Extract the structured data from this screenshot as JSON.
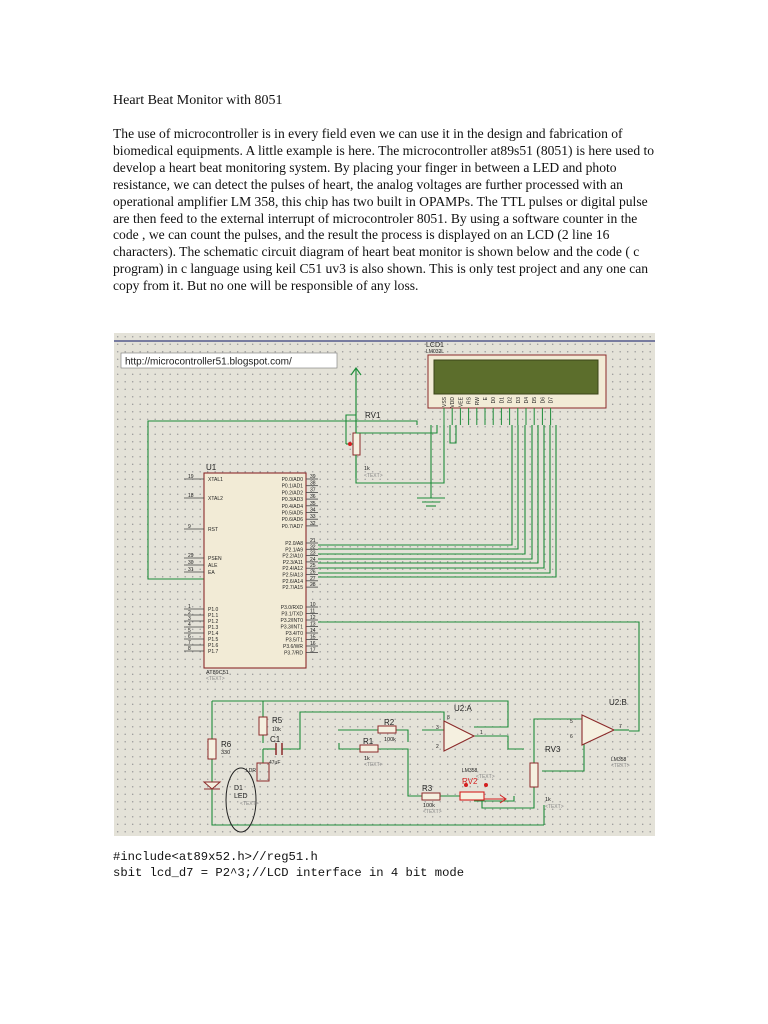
{
  "document": {
    "title": "Heart Beat Monitor with 8051",
    "paragraph": "The use of microcontroller is in every field even we can use it in the design and fabrication of biomedical equipments. A little example is here. The microcontroller at89s51 (8051) is here used to develop a heart beat monitoring system. By placing your finger in between a LED and photo resistance, we can detect the pulses of heart, the analog voltages are further processed with an operational amplifier LM 358, this chip has two built in OPAMPs. The TTL pulses or digital pulse are then feed to the external interrupt of microcontroler 8051. By using a software counter in the code , we can count the pulses, and the result the process is displayed on an LCD (2 line 16 characters). The schematic circuit diagram of heart beat monitor is shown below and the code ( c program) in c language using keil C51 uv3 is also shown. This is only test project and any one can copy from it. But no one will be responsible of any loss.",
    "code_lines": [
      "#include<at89x52.h>//reg51.h",
      "sbit lcd_d7 = P2^3;//LCD interface in 4 bit mode"
    ]
  },
  "schematic": {
    "url": "http://microcontroller51.blogspot.com/",
    "lcd": {
      "ref": "LCD1",
      "part": "LM032L",
      "pins": [
        "VSS",
        "VDD",
        "VEE",
        "RS",
        "RW",
        "E",
        "D0",
        "D1",
        "D2",
        "D3",
        "D4",
        "D5",
        "D6",
        "D7"
      ]
    },
    "rv1": {
      "ref": "RV1",
      "value": "1k",
      "text": "<TEXT>"
    },
    "u1": {
      "ref": "U1",
      "part": "AT89C51",
      "text": "<TEXT>",
      "left_pins": [
        {
          "num": "19",
          "name": "XTAL1"
        },
        {
          "num": "18",
          "name": "XTAL2"
        },
        {
          "num": "9",
          "name": "RST"
        },
        {
          "num": "29",
          "name": "PSEN"
        },
        {
          "num": "30",
          "name": "ALE"
        },
        {
          "num": "31",
          "name": "EA"
        },
        {
          "num": "1",
          "name": "P1.0"
        },
        {
          "num": "2",
          "name": "P1.1"
        },
        {
          "num": "3",
          "name": "P1.2"
        },
        {
          "num": "4",
          "name": "P1.3"
        },
        {
          "num": "5",
          "name": "P1.4"
        },
        {
          "num": "6",
          "name": "P1.5"
        },
        {
          "num": "7",
          "name": "P1.6"
        },
        {
          "num": "8",
          "name": "P1.7"
        }
      ],
      "right_pins": [
        {
          "num": "39",
          "name": "P0.0/AD0"
        },
        {
          "num": "38",
          "name": "P0.1/AD1"
        },
        {
          "num": "37",
          "name": "P0.2/AD2"
        },
        {
          "num": "36",
          "name": "P0.3/AD3"
        },
        {
          "num": "35",
          "name": "P0.4/AD4"
        },
        {
          "num": "34",
          "name": "P0.5/AD5"
        },
        {
          "num": "33",
          "name": "P0.6/AD6"
        },
        {
          "num": "32",
          "name": "P0.7/AD7"
        },
        {
          "num": "21",
          "name": "P2.0/A8"
        },
        {
          "num": "22",
          "name": "P2.1/A9"
        },
        {
          "num": "23",
          "name": "P2.2/A10"
        },
        {
          "num": "24",
          "name": "P2.3/A11"
        },
        {
          "num": "25",
          "name": "P2.4/A12"
        },
        {
          "num": "26",
          "name": "P2.5/A13"
        },
        {
          "num": "27",
          "name": "P2.6/A14"
        },
        {
          "num": "28",
          "name": "P2.7/A15"
        },
        {
          "num": "10",
          "name": "P3.0/RXD"
        },
        {
          "num": "11",
          "name": "P3.1/TXD"
        },
        {
          "num": "12",
          "name": "P3.2/INT0"
        },
        {
          "num": "13",
          "name": "P3.3/INT1"
        },
        {
          "num": "14",
          "name": "P3.4/T0"
        },
        {
          "num": "15",
          "name": "P3.5/T1"
        },
        {
          "num": "16",
          "name": "P3.6/WR"
        },
        {
          "num": "17",
          "name": "P3.7/RD"
        }
      ]
    },
    "r5": {
      "ref": "R5",
      "value": "10k"
    },
    "r6": {
      "ref": "R6",
      "value": "330"
    },
    "c1": {
      "ref": "C1",
      "value": "47uF"
    },
    "d1": {
      "ref": "D1",
      "sub": "LED",
      "text": "<TEXT>"
    },
    "ldr": {
      "label": "LDR"
    },
    "r1": {
      "ref": "R1",
      "value": "1k",
      "text": "<TEXT>"
    },
    "r2": {
      "ref": "R2",
      "value": "100k"
    },
    "r3": {
      "ref": "R3",
      "value": "100k",
      "text": "<TEXT>"
    },
    "rv2": {
      "ref": "RV2",
      "part": "LM358",
      "text": "<TEXT>"
    },
    "rv3": {
      "ref": "RV3",
      "value": "1k",
      "text": "<TEXT>"
    },
    "u2a": {
      "ref": "U2:A",
      "pin_plus": "3",
      "pin_minus": "2",
      "pin_out": "1",
      "pin_v": "8"
    },
    "u2b": {
      "ref": "U2:B",
      "pin_plus": "5",
      "pin_minus": "6",
      "pin_out": "7",
      "part": "LM358",
      "text": "<TEXT>"
    },
    "colors": {
      "grid_bg": "#e4e2d8",
      "grid_dot": "#9a9a9a",
      "wire": "#1e8c3a",
      "outline": "#8b2a2a",
      "chip_fill": "#f2ebd6",
      "lcd_screen": "#5c6e2c",
      "probe": "#d42020"
    }
  }
}
